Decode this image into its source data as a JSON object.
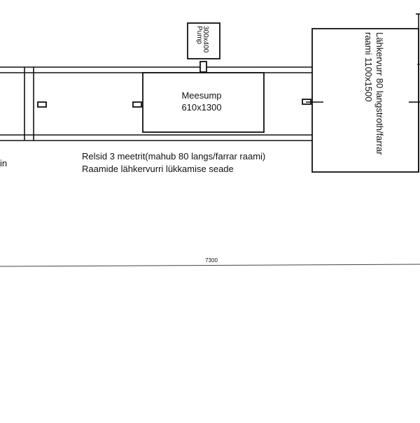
{
  "pump": {
    "name": "Pump",
    "size": "300x400"
  },
  "meesump": {
    "name": "Meesump",
    "size": "610x1300"
  },
  "uncapper": {
    "line1": "Lähkervurr 80 langstroth/farrar",
    "line2": "raami 1100x1500"
  },
  "rails": {
    "line1": "Relsid 3 meetrit(mahub 80 langs/farrar raami)",
    "line2": "Raamide lähkervurri lükkamise seade"
  },
  "left_fragment": "in",
  "dimension": {
    "total": "7300"
  }
}
